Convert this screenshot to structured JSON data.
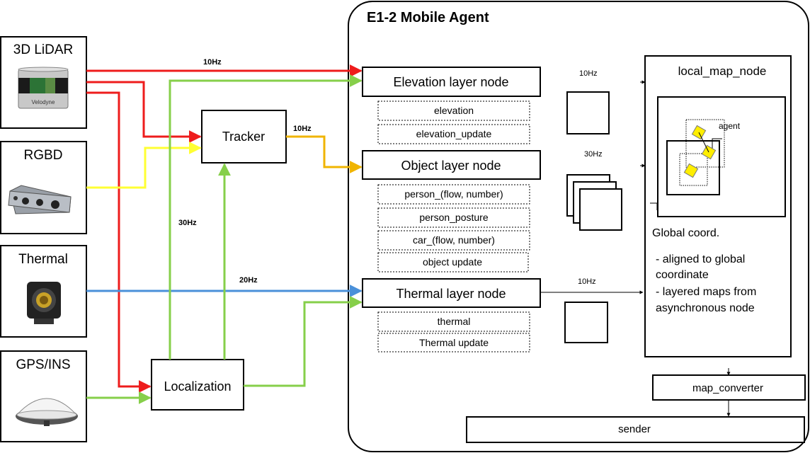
{
  "agent_title": "E1-2 Mobile Agent",
  "sensors": {
    "lidar": {
      "label": "3D LiDAR",
      "brand": "Velodyne"
    },
    "rgbd": {
      "label": "RGBD"
    },
    "thermal": {
      "label": "Thermal"
    },
    "gps": {
      "label": "GPS/INS"
    }
  },
  "processors": {
    "tracker": "Tracker",
    "localization": "Localization"
  },
  "layer_nodes": {
    "elevation": {
      "title": "Elevation layer node",
      "topics": [
        "elevation",
        "elevation_update"
      ]
    },
    "object": {
      "title": "Object layer node",
      "topics": [
        "person_(flow, number)",
        "person_posture",
        "car_(flow, number)",
        "object update"
      ]
    },
    "thermal": {
      "title": "Thermal layer node",
      "topics": [
        "thermal",
        "Thermal update"
      ]
    }
  },
  "rates": {
    "lidar_to_elevation": "10Hz",
    "tracker_out": "10Hz",
    "localization_up": "30Hz",
    "thermal_in": "20Hz",
    "elevation_out": "10Hz",
    "object_out": "30Hz",
    "thermal_out": "10Hz"
  },
  "local_map": {
    "title": "local_map_node",
    "agent_label": "agent",
    "coord_title": "Global coord.",
    "bullets": [
      "- aligned to global",
      "coordinate",
      "-  layered maps from",
      "asynchronous node"
    ]
  },
  "map_converter": "map_converter",
  "sender": "sender",
  "colors": {
    "lidar": "#ee1c1c",
    "rgbd": "#ffff33",
    "tracker_out": "#f0b400",
    "thermal": "#4a90d9",
    "localization": "#86cf4a",
    "agent_marker": "#ffee00"
  }
}
